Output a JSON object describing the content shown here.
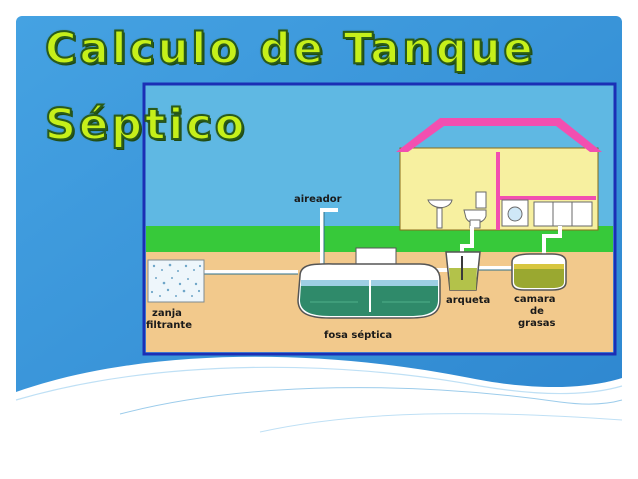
{
  "slide": {
    "title_line1": "Calculo de Tanque",
    "title_line2": "Séptico"
  },
  "diagram": {
    "labels": {
      "aireador": "aireador",
      "zanja": "zanja",
      "filtrante": "filtrante",
      "fosa_septica": "fosa séptica",
      "arqueta": "arqueta",
      "camara": "camara",
      "de": "de",
      "grasas": "grasas"
    }
  },
  "colors": {
    "slide_blue": "#3b98dc",
    "title_green": "#c6f01a",
    "sky": "#5fb8e3",
    "grass": "#37c93a",
    "soil": "#f2c98c",
    "house_wall": "#f7f0a0",
    "house_roof": "#f24fb0"
  }
}
